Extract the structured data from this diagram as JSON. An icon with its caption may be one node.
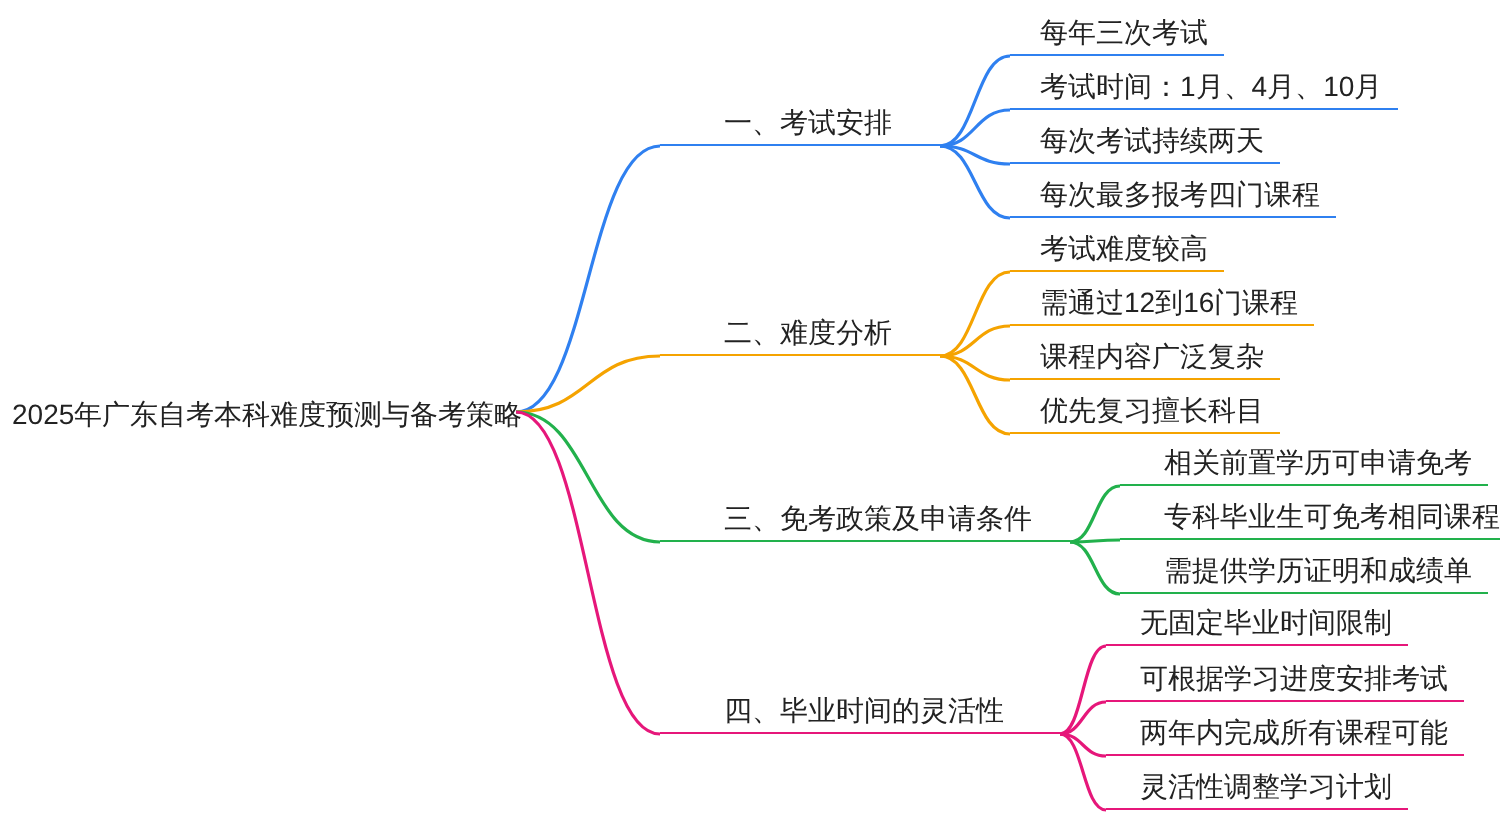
{
  "diagram": {
    "nodes": [
      {
        "text": [
          "2025年广东自考本科难度预测与备考策略"
        ]
      },
      {
        "text": [
          "一、考试安排"
        ]
      },
      {
        "text": [
          "每年三次考试"
        ]
      },
      {
        "text": [
          "考试时间：1月、4月、10月"
        ]
      },
      {
        "text": [
          "每次考试持续两天"
        ]
      },
      {
        "text": [
          "每次最多报考四门课程"
        ]
      },
      {
        "text": [
          "二、难度分析"
        ]
      },
      {
        "text": [
          "考试难度较高"
        ]
      },
      {
        "text": [
          "需通过12到16门课程"
        ]
      },
      {
        "text": [
          "课程内容广泛复杂"
        ]
      },
      {
        "text": [
          "优先复习擅长科目"
        ]
      },
      {
        "text": [
          "三、免考政策及申请条件"
        ]
      },
      {
        "text": [
          "相关前置学历可申请免考"
        ]
      },
      {
        "text": [
          "专科毕业生可免考相同课程"
        ]
      },
      {
        "text": [
          "需提供学历证明和成绩单"
        ]
      },
      {
        "text": [
          "四、毕业时间的灵活性"
        ]
      },
      {
        "text": [
          "无固定毕业时间限制"
        ]
      },
      {
        "text": [
          "可根据学习进度安排考试"
        ]
      },
      {
        "text": [
          "两年内完成所有课程可能"
        ]
      },
      {
        "text": [
          "灵活性调整学习计划"
        ]
      }
    ],
    "edges": [
      {
        "from": 0,
        "to": 1,
        "arrow": "none",
        "color": "#2f80f0"
      },
      {
        "from": 1,
        "to": 2,
        "arrow": "none",
        "color": "#2f80f0"
      },
      {
        "from": 1,
        "to": 3,
        "arrow": "none",
        "color": "#2f80f0"
      },
      {
        "from": 1,
        "to": 4,
        "arrow": "none",
        "color": "#2f80f0"
      },
      {
        "from": 1,
        "to": 5,
        "arrow": "none",
        "color": "#2f80f0"
      },
      {
        "from": 0,
        "to": 6,
        "arrow": "none",
        "color": "#f5a300"
      },
      {
        "from": 6,
        "to": 7,
        "arrow": "none",
        "color": "#f5a300"
      },
      {
        "from": 6,
        "to": 8,
        "arrow": "none",
        "color": "#f5a300"
      },
      {
        "from": 6,
        "to": 9,
        "arrow": "none",
        "color": "#f5a300"
      },
      {
        "from": 6,
        "to": 10,
        "arrow": "none",
        "color": "#f5a300"
      },
      {
        "from": 0,
        "to": 11,
        "arrow": "none",
        "color": "#22b14c"
      },
      {
        "from": 11,
        "to": 12,
        "arrow": "none",
        "color": "#22b14c"
      },
      {
        "from": 11,
        "to": 13,
        "arrow": "none",
        "color": "#22b14c"
      },
      {
        "from": 11,
        "to": 14,
        "arrow": "none",
        "color": "#22b14c"
      },
      {
        "from": 0,
        "to": 15,
        "arrow": "none",
        "color": "#e6177a"
      },
      {
        "from": 15,
        "to": 16,
        "arrow": "none",
        "color": "#e6177a"
      },
      {
        "from": 15,
        "to": 17,
        "arrow": "none",
        "color": "#e6177a"
      },
      {
        "from": 15,
        "to": 18,
        "arrow": "none",
        "color": "#e6177a"
      },
      {
        "from": 15,
        "to": 19,
        "arrow": "none",
        "color": "#e6177a"
      }
    ]
  }
}
